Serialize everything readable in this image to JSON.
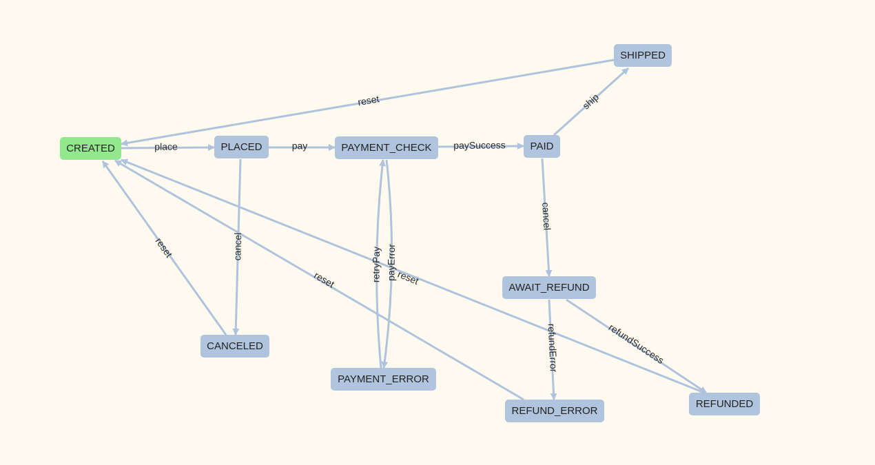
{
  "colors": {
    "background": "#fefaf0",
    "node": "#b0c4de",
    "initial_node": "#93e88e",
    "edge": "#afc3dc",
    "text": "#222222"
  },
  "nodes": [
    {
      "id": "CREATED",
      "label": "CREATED",
      "initial": true
    },
    {
      "id": "PLACED",
      "label": "PLACED"
    },
    {
      "id": "PAYMENT_CHECK",
      "label": "PAYMENT_CHECK"
    },
    {
      "id": "PAID",
      "label": "PAID"
    },
    {
      "id": "SHIPPED",
      "label": "SHIPPED"
    },
    {
      "id": "CANCELED",
      "label": "CANCELED"
    },
    {
      "id": "PAYMENT_ERROR",
      "label": "PAYMENT_ERROR"
    },
    {
      "id": "AWAIT_REFUND",
      "label": "AWAIT_REFUND"
    },
    {
      "id": "REFUND_ERROR",
      "label": "REFUND_ERROR"
    },
    {
      "id": "REFUNDED",
      "label": "REFUNDED"
    }
  ],
  "edges": [
    {
      "id": "e-place",
      "from": "CREATED",
      "to": "PLACED",
      "label": "place"
    },
    {
      "id": "e-pay",
      "from": "PLACED",
      "to": "PAYMENT_CHECK",
      "label": "pay"
    },
    {
      "id": "e-paysuccess",
      "from": "PAYMENT_CHECK",
      "to": "PAID",
      "label": "paySuccess"
    },
    {
      "id": "e-ship",
      "from": "PAID",
      "to": "SHIPPED",
      "label": "ship"
    },
    {
      "id": "e-reset-shipped",
      "from": "SHIPPED",
      "to": "CREATED",
      "label": "reset"
    },
    {
      "id": "e-cancel-placed",
      "from": "PLACED",
      "to": "CANCELED",
      "label": "cancel"
    },
    {
      "id": "e-reset-canceled",
      "from": "CANCELED",
      "to": "CREATED",
      "label": "reset"
    },
    {
      "id": "e-payerror",
      "from": "PAYMENT_CHECK",
      "to": "PAYMENT_ERROR",
      "label": "payError"
    },
    {
      "id": "e-retrypay",
      "from": "PAYMENT_ERROR",
      "to": "PAYMENT_CHECK",
      "label": "retryPay"
    },
    {
      "id": "e-cancel-paid",
      "from": "PAID",
      "to": "AWAIT_REFUND",
      "label": "cancel"
    },
    {
      "id": "e-refunderror",
      "from": "AWAIT_REFUND",
      "to": "REFUND_ERROR",
      "label": "refundError"
    },
    {
      "id": "e-refundsuccess",
      "from": "AWAIT_REFUND",
      "to": "REFUNDED",
      "label": "refundSuccess"
    },
    {
      "id": "e-reset-refunderror",
      "from": "REFUND_ERROR",
      "to": "CREATED",
      "label": "reset"
    },
    {
      "id": "e-reset-refunded",
      "from": "REFUNDED",
      "to": "CREATED",
      "label": "reset"
    }
  ]
}
